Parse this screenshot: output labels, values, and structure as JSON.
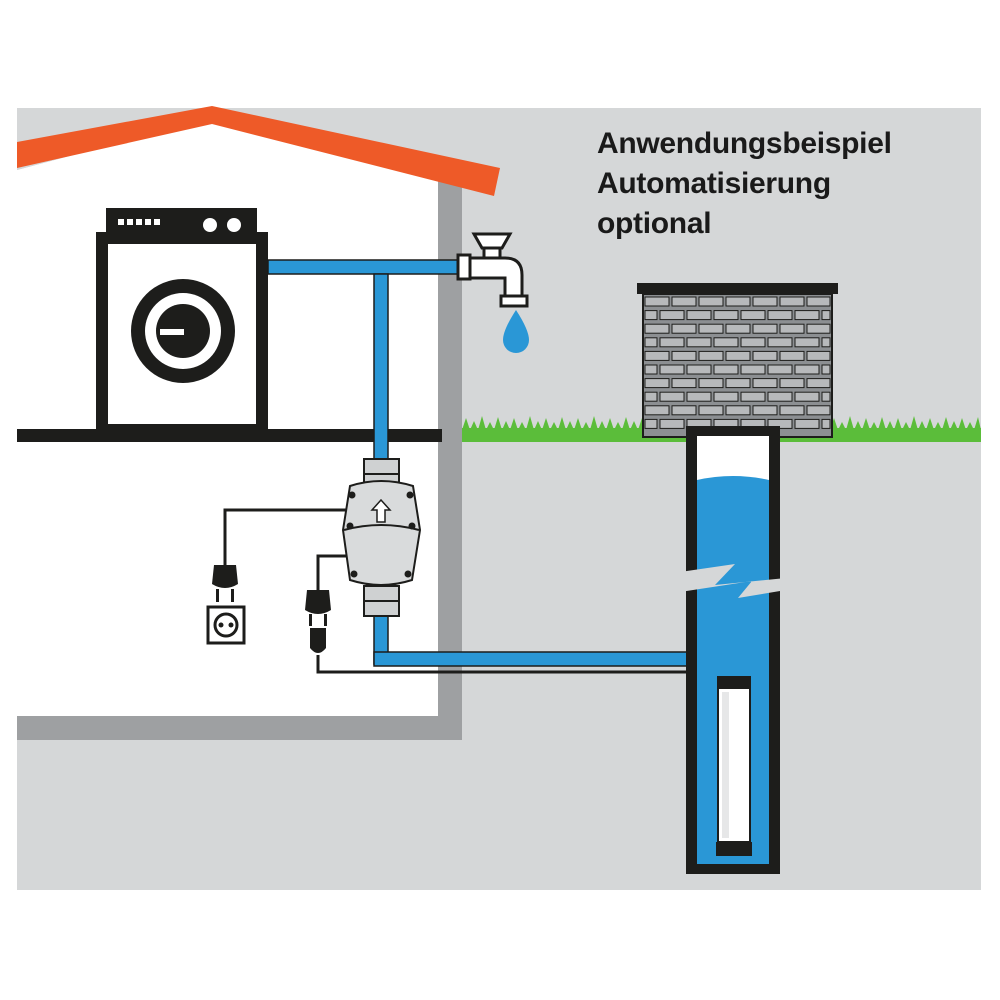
{
  "caption": {
    "line1": "Anwendungsbeispiel",
    "line2": "Automatisierung",
    "line3": "optional"
  },
  "colors": {
    "background": "#d5d7d8",
    "house_wall": "#ffffff",
    "house_wall_edge": "#9ea0a2",
    "roof": "#ee5a28",
    "water": "#2a97d6",
    "grass": "#5bbd3a",
    "outline": "#1d1d1b",
    "brick": "#8c8f92"
  },
  "icons": [
    "washing-machine-icon",
    "water-tap-icon",
    "water-drop-icon",
    "pressure-control-unit-icon",
    "power-plug-icon",
    "wall-socket-icon",
    "well-shaft-icon",
    "submersible-pump-icon",
    "brick-well-cover-icon"
  ]
}
